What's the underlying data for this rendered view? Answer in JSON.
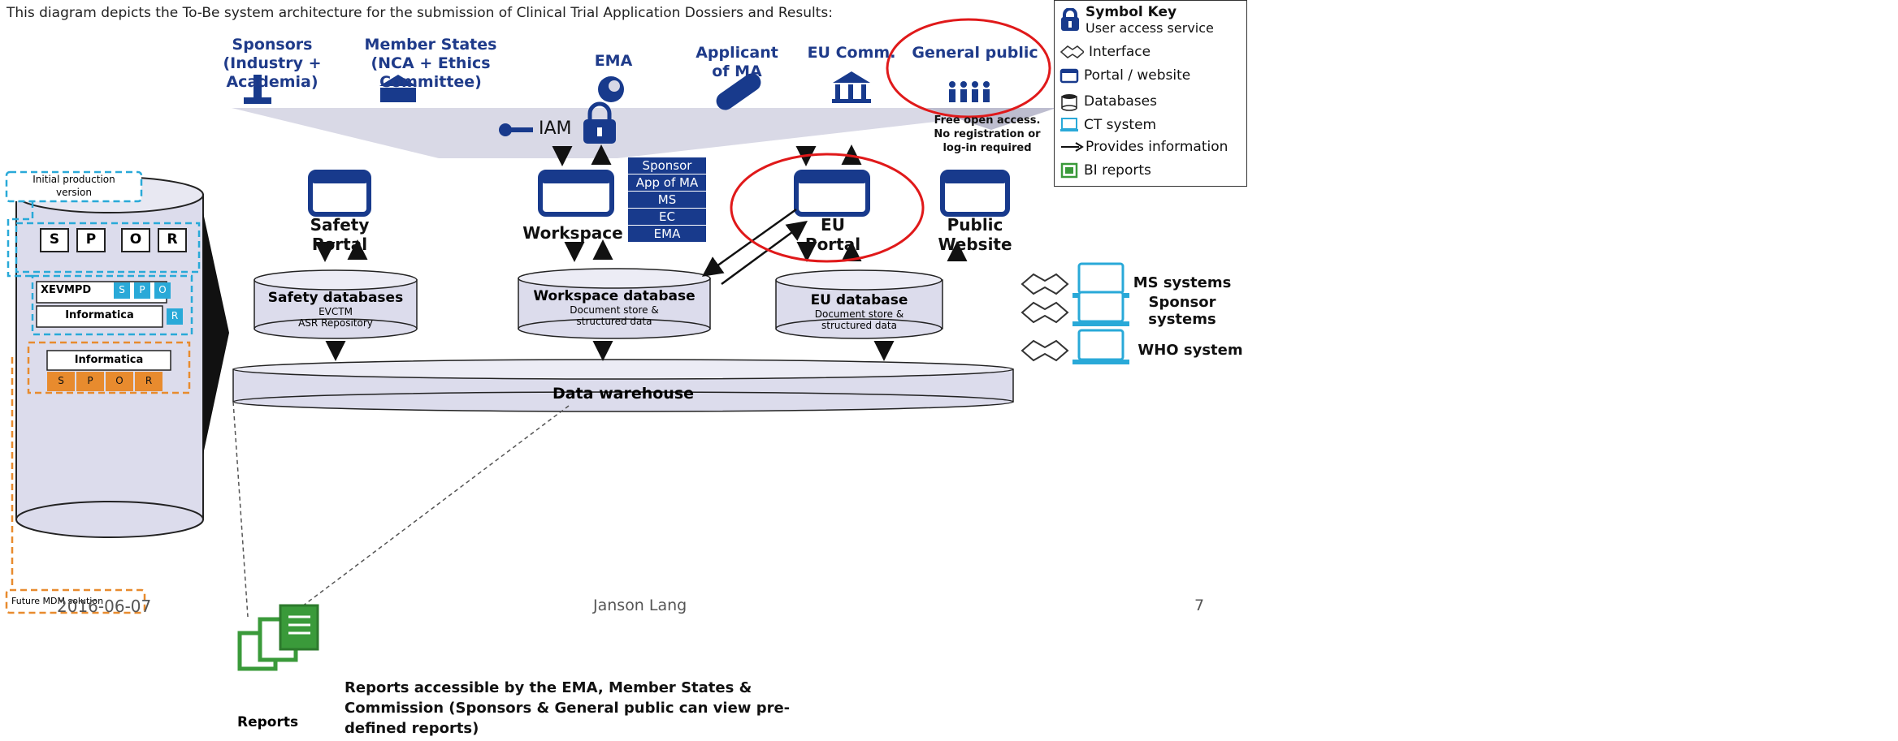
{
  "intro": "This diagram depicts the To-Be system architecture for the submission of Clinical Trial Application Dossiers and Results:",
  "actors": [
    {
      "id": "sponsors",
      "label": "Sponsors\n(Industry +\nAcademia)",
      "icon": "microscope-icon"
    },
    {
      "id": "member-states",
      "label": "Member States\n(NCA + Ethics\nCommittee)",
      "icon": "government-building-icon"
    },
    {
      "id": "ema",
      "label": "EMA",
      "icon": "ema-logo-icon"
    },
    {
      "id": "applicant",
      "label": "Applicant\nof MA",
      "icon": "pill-icon"
    },
    {
      "id": "eu-comm",
      "label": "EU Comm.",
      "icon": "institution-icon"
    },
    {
      "id": "general-public",
      "label": "General public",
      "icon": "people-icon"
    }
  ],
  "iam_label": "IAM",
  "free_access": "Free open access.\nNo registration or\nlog-in required",
  "portals": {
    "safety": "Safety\nPortal",
    "workspace": "Workspace",
    "eu": "EU\nPortal",
    "public": "Public\nWebsite"
  },
  "workspace_roles": [
    "Sponsor",
    "App of MA",
    "MS",
    "EC",
    "EMA"
  ],
  "databases": {
    "safety": {
      "title": "Safety databases",
      "sub1": "EVCTM",
      "sub2": "ASR Repository"
    },
    "workspace": {
      "title": "Workspace database",
      "sub1": "Document store &",
      "sub2": "structured data"
    },
    "eu": {
      "title": "EU database",
      "sub1": "Document store &",
      "sub2": "structured data"
    }
  },
  "warehouse": "Data warehouse",
  "spor": {
    "initial": "Initial production\nversion",
    "letters": [
      "S",
      "P",
      "O",
      "R"
    ],
    "xevmpd": "XEVMPD",
    "xevmpd_tags": [
      "S",
      "P",
      "O"
    ],
    "informatica": "Informatica",
    "informatica_tag": "R",
    "informatica2": "Informatica",
    "informatica2_tags": [
      "S",
      "P",
      "O",
      "R"
    ],
    "future": "Future MDM solution"
  },
  "systems": [
    "MS systems",
    "Sponsor\nsystems",
    "WHO system"
  ],
  "key": {
    "title": "Symbol Key",
    "items": [
      {
        "icon": "lock-icon",
        "label": "User access service"
      },
      {
        "icon": "handshake-icon",
        "label": "Interface"
      },
      {
        "icon": "portal-icon",
        "label": "Portal / website"
      },
      {
        "icon": "database-icon",
        "label": "Databases"
      },
      {
        "icon": "ct-system-icon",
        "label": "CT system"
      },
      {
        "icon": "arrow-icon",
        "label": "Provides information"
      },
      {
        "icon": "bi-report-icon",
        "label": "BI reports"
      }
    ]
  },
  "reports": {
    "label": "Reports",
    "text": "Reports accessible by the EMA, Member States &\nCommission (Sponsors & General public can view pre-\ndefined reports)"
  },
  "footer": {
    "date": "2016-06-07",
    "author": "Janson Lang",
    "page": "7"
  },
  "colors": {
    "navy": "#183a8c",
    "title_blue": "#1f3b8a",
    "highlight": "#e0191a",
    "cyan_dash": "#29a9d8",
    "orange": "#e88b2e",
    "cylinder": "#dcdcec",
    "green": "#3a9a3a"
  }
}
